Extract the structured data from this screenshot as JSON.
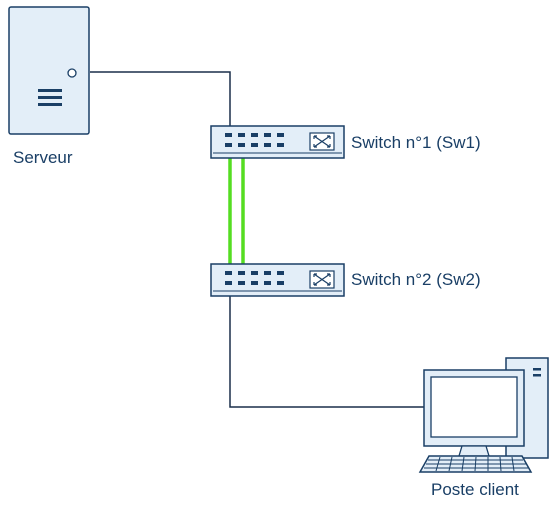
{
  "nodes": {
    "server": {
      "label": "Serveur",
      "icon": "server-tower-icon"
    },
    "switch1": {
      "label": "Switch n°1 (Sw1)",
      "icon": "network-switch-icon"
    },
    "switch2": {
      "label": "Switch n°2 (Sw2)",
      "icon": "network-switch-icon"
    },
    "client": {
      "label": "Poste client",
      "icon": "desktop-computer-icon"
    }
  },
  "links": [
    {
      "from": "server",
      "to": "switch1",
      "color": "#1a2f4a"
    },
    {
      "from": "switch1",
      "to": "switch2",
      "color": "#55dd22",
      "count": 2
    },
    {
      "from": "switch2",
      "to": "client",
      "color": "#1a2f4a"
    }
  ],
  "colors": {
    "device_fill": "#e3eef8",
    "device_stroke": "#1a3f66",
    "label": "#1a3f66"
  }
}
